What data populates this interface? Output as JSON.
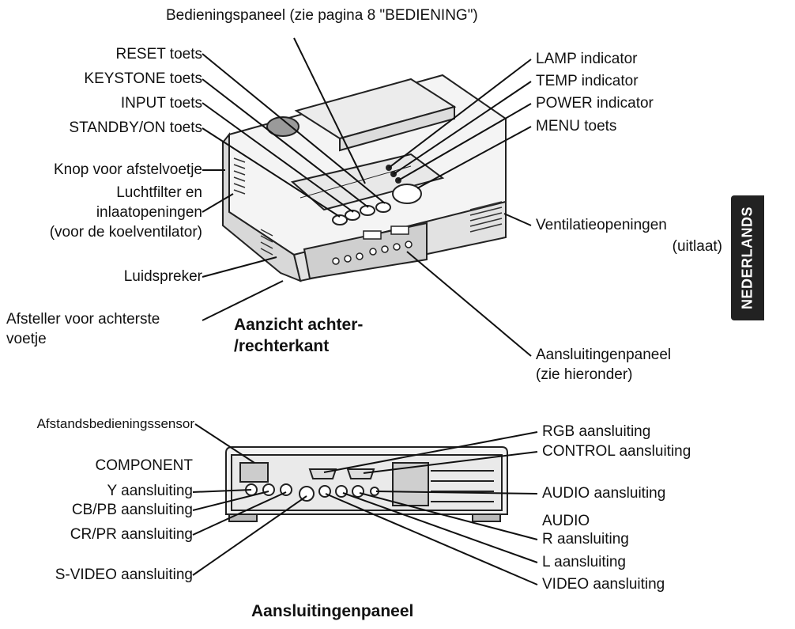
{
  "top": {
    "panel_callout": "Bedieningspaneel (zie pagina 8 \"BEDIENING\")",
    "left_labels": {
      "reset": "RESET toets",
      "keystone": "KEYSTONE toets",
      "input": "INPUT toets",
      "standby": "STANDBY/ON toets",
      "foot_knob": "Knop voor afstelvoetje",
      "filter_1": "Luchtfilter en",
      "filter_2": "inlaatopeningen",
      "filter_3": "(voor de koelventilator)",
      "speaker": "Luidspreker",
      "rear_foot_1": "Afsteller voor achterste",
      "rear_foot_2": "voetje"
    },
    "right_labels": {
      "lamp": "LAMP indicator",
      "temp": "TEMP indicator",
      "power": "POWER indicator",
      "menu": "MENU toets",
      "vent_1": "Ventilatieopeningen",
      "vent_2": "(uitlaat)",
      "conn_1": "Aansluitingenpaneel",
      "conn_2": "(zie hieronder)"
    },
    "caption_1": "Aanzicht achter-",
    "caption_2": "/rechterkant"
  },
  "bottom": {
    "left_labels": {
      "remote_sensor": "Afstandsbedieningssensor",
      "component": "COMPONENT",
      "y": "Y aansluiting",
      "cb_pb": "CB/PB aansluiting",
      "cr_pr": "CR/PR aansluiting",
      "svideo": "S-VIDEO aansluiting"
    },
    "right_labels": {
      "rgb": "RGB aansluiting",
      "control": "CONTROL aansluiting",
      "audio": "AUDIO aansluiting",
      "audio_r_1": "AUDIO",
      "audio_r_2": "R aansluiting",
      "l": "L aansluiting",
      "video": "VIDEO aansluiting"
    },
    "caption": "Aansluitingenpaneel"
  },
  "side_tab": "NEDERLANDS"
}
